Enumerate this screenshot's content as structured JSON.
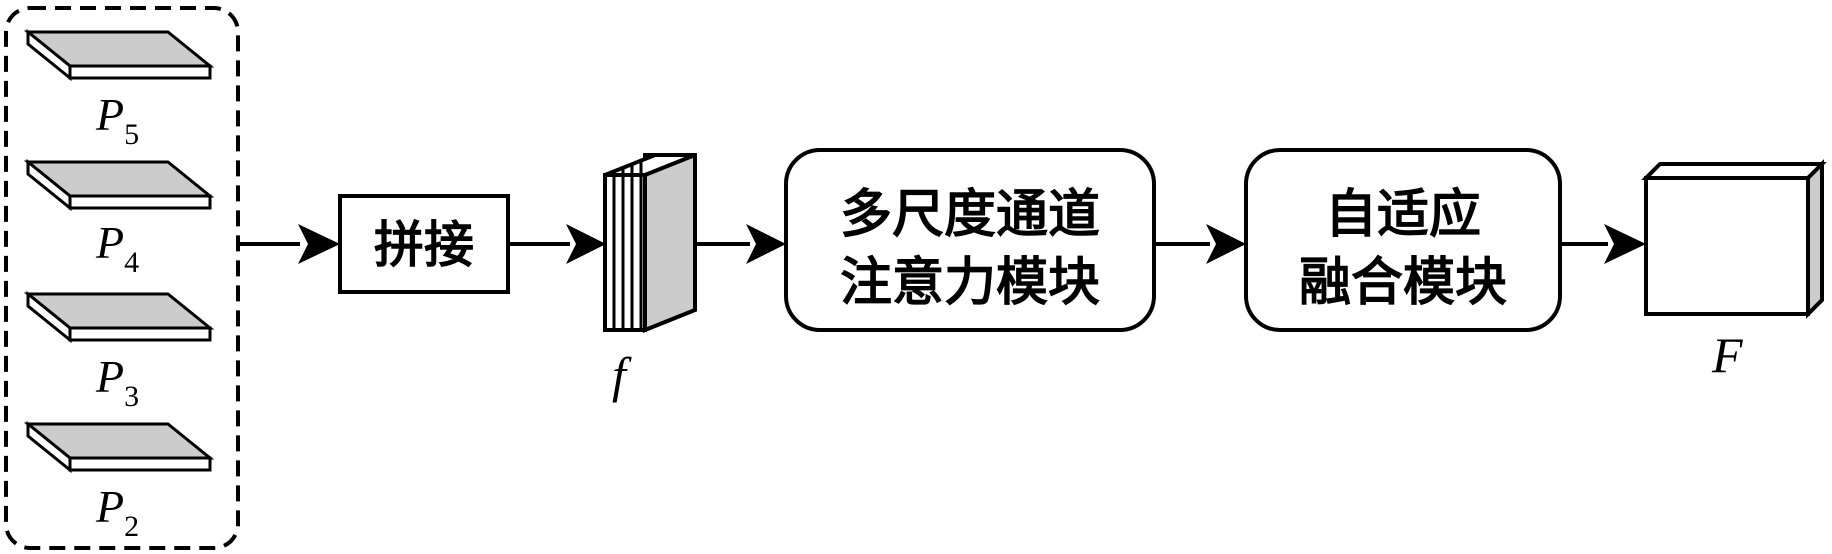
{
  "layers": [
    {
      "base": "P",
      "sub": "5"
    },
    {
      "base": "P",
      "sub": "4"
    },
    {
      "base": "P",
      "sub": "3"
    },
    {
      "base": "P",
      "sub": "2"
    }
  ],
  "concat": {
    "label": "拼接"
  },
  "feature": {
    "label": "f"
  },
  "msca": {
    "line1": "多尺度通道",
    "line2": "注意力模块"
  },
  "afm": {
    "line1": "自适应",
    "line2": "融合模块"
  },
  "output": {
    "label": "F"
  }
}
